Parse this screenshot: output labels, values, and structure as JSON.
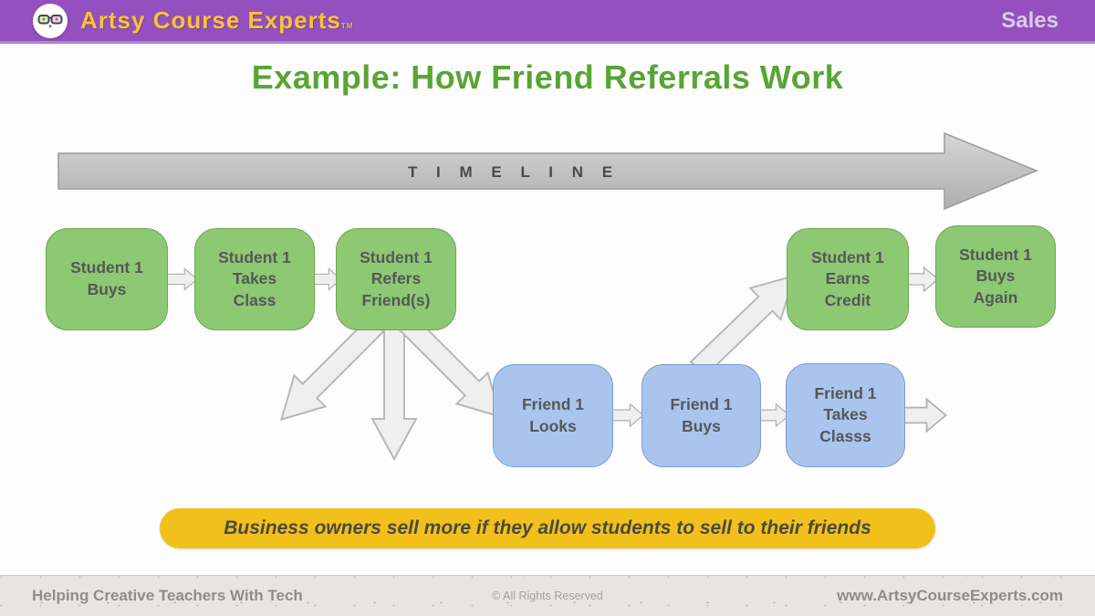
{
  "header": {
    "brand": "Artsy Course Experts",
    "trademark": "TM",
    "section_label": "Sales"
  },
  "title": "Example: How Friend Referrals Work",
  "timeline_label": "T I M E L I N E",
  "boxes": {
    "student_buys": "Student 1\nBuys",
    "student_takes_class": "Student 1\nTakes\nClass",
    "student_refers_friends": "Student 1\nRefers\nFriend(s)",
    "student_earns_credit": "Student 1\nEarns\nCredit",
    "student_buys_again": "Student 1\nBuys\nAgain",
    "friend_looks": "Friend 1\nLooks",
    "friend_buys": "Friend 1\nBuys",
    "friend_takes_class": "Friend 1\nTakes\nClasss"
  },
  "banner": "Business owners sell more if they allow students to sell to their friends",
  "footer": {
    "left": "Helping Creative Teachers With Tech",
    "center": "© All Rights Reserved",
    "right": "www.ArtsyCourseExperts.com"
  },
  "colors": {
    "header_purple": "#9450be",
    "brand_gold": "#f7c52f",
    "title_green": "#58a534",
    "green_box_fill": "#8dc873",
    "green_box_border": "#6fa64f",
    "blue_box_fill": "#a9c5ee",
    "blue_box_border": "#7e9dcc",
    "arrow_fill": "#efefef",
    "arrow_border": "#b3b3b3",
    "banner_yellow": "#f2c01a",
    "box_text": "#545859"
  }
}
